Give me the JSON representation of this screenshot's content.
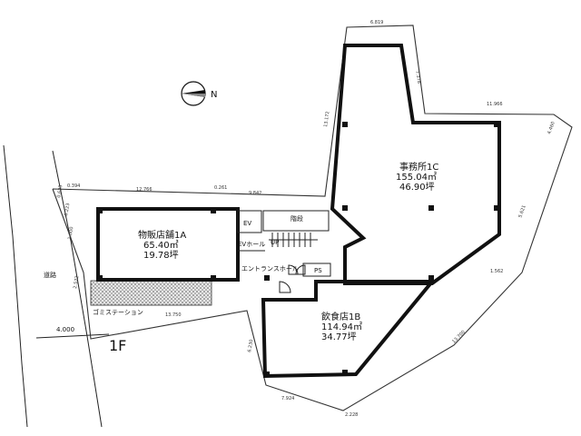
{
  "compass": {
    "label": "N"
  },
  "floor": {
    "label": "1F"
  },
  "units": {
    "a": {
      "name": "物販店舗1A",
      "area_m2": "65.40㎡",
      "area_tsubo": "19.78坪"
    },
    "b": {
      "name": "飲食店1B",
      "area_m2": "114.94㎡",
      "area_tsubo": "34.77坪"
    },
    "c": {
      "name": "事務所1C",
      "area_m2": "155.04㎡",
      "area_tsubo": "46.90坪"
    }
  },
  "rooms": {
    "ev": "EV",
    "ev_hall": "EVホール",
    "entrance": "エントランスホール",
    "ps": "PS",
    "stairs": "階段",
    "up": "UP",
    "garbage": "ゴミステーション"
  },
  "site": {
    "road": "道路",
    "road_width": "4.000"
  },
  "dimensions": {
    "top": "6.819",
    "right_top": "7.378",
    "right_mid": "11.966",
    "right_far": "4.460",
    "right_diag": "5.621",
    "right_low": "1.562",
    "right_long": "13.700",
    "bottom_right": "2.228",
    "bottom_left": "7.924",
    "left_b": "6.230",
    "diag_c": "13.172",
    "mid_a": "0.261",
    "mid_b": "9.842",
    "left_a": "12.766",
    "left_b2": "0.394",
    "left_c": "0.623",
    "left_d": "0.223",
    "left_e": "1.000",
    "left_f": "2.572",
    "bottom_mid": "13.750"
  }
}
